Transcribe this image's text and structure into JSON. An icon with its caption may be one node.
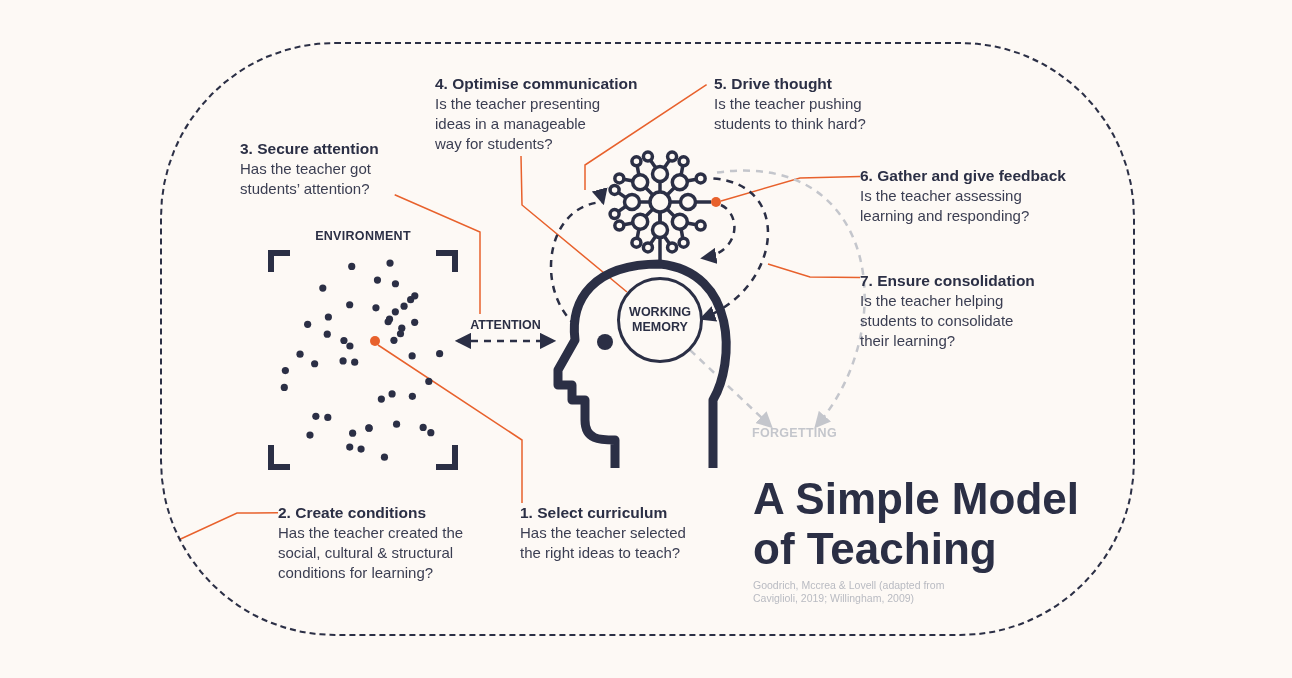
{
  "diagram": {
    "title": "A Simple Model of Teaching",
    "caption": "Goodrich, Mccrea & Lovell (adapted from Caviglioli, 2019; Willingham, 2009)",
    "nodes": [
      {
        "text": [],
        "shape": "box"
      },
      {
        "text": [
          "4. Optimise communication",
          "Is the teacher presenting ideas in a manageable way for students?"
        ],
        "in": 0
      },
      {
        "text": [
          "5. Drive thought",
          "Is the teacher pushing students to think hard?"
        ],
        "in": 0
      },
      {
        "text": [
          "3. Secure attention",
          "Has the teacher got students’ attention?"
        ],
        "in": 0
      },
      {
        "text": [],
        "shape": "picture",
        "in": 0
      },
      {
        "text": [],
        "shape": "circle",
        "in": 0
      },
      {
        "text": [
          "6. Gather and give feedback",
          "Is the teacher assessing learning and responding?"
        ],
        "in": 0
      },
      {
        "text": [
          "ENVIRONMENT"
        ],
        "in": 0
      },
      {
        "text": [],
        "shape": "circle",
        "in": 7
      },
      {
        "text": [],
        "shape": "picture",
        "in": 0
      },
      {
        "text": [
          "WORKING MEMORY"
        ],
        "in": 9
      },
      {
        "text": [
          "7. Ensure consolidation",
          "Is the teacher helping students to consolidate their learning?"
        ],
        "in": 0
      },
      {
        "text": [
          "FORGETTING"
        ],
        "in": 0
      },
      {
        "text": [
          "2. Create conditions",
          "Has the teacher created the social, cultural & structural conditions for learning?"
        ],
        "in": 0
      },
      {
        "text": [
          "1. Select curriculum",
          "Has the teacher selected the right ideas to teach?"
        ],
        "in": 0
      }
    ],
    "edges": [
      {
        "from": 7,
        "to": 9,
        "arrow": "both",
        "style": "dashed",
        "color": "#2b2f45",
        "label": "ATTENTION"
      },
      {
        "from": 14,
        "to": 8,
        "arrow": "none"
      },
      {
        "from": 13,
        "to": 0,
        "arrow": "none"
      },
      {
        "from": 3,
        "to": null,
        "arrow": "none"
      },
      {
        "from": 1,
        "to": 10,
        "arrow": "none"
      },
      {
        "from": 2,
        "to": null,
        "arrow": "none"
      },
      {
        "from": 6,
        "to": 5,
        "arrow": "none"
      },
      {
        "from": 11,
        "to": null,
        "arrow": "none"
      },
      {
        "from": 9,
        "to": 4,
        "arrow": "to",
        "style": "dashed",
        "color": "#2b2f45"
      },
      {
        "from": 4,
        "to": 10,
        "arrow": "to",
        "style": "dashed",
        "color": "#2b2f45"
      },
      {
        "from": 5,
        "to": 9,
        "arrow": "to",
        "style": "dashed",
        "color": "#2b2f45"
      },
      {
        "from": 10,
        "to": 12,
        "arrow": "to",
        "style": "dashed",
        "color": "#c4c6cc"
      },
      {
        "from": 4,
        "to": 12,
        "arrow": "to",
        "style": "dashed",
        "color": "#c4c6cc"
      }
    ]
  }
}
